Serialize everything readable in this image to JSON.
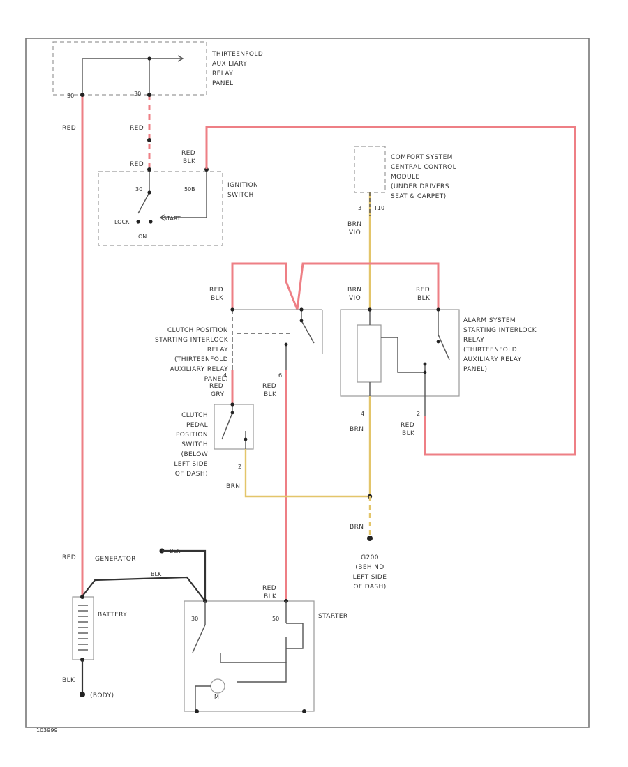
{
  "relay_panel": {
    "title_lines": [
      "THIRTEENFOLD",
      "AUXILIARY",
      "RELAY",
      "PANEL"
    ],
    "pin_left": "30",
    "pin_right": "30"
  },
  "ignition_switch": {
    "title_lines": [
      "IGNITION",
      "SWITCH"
    ],
    "pin_30": "30",
    "pin_50b": "50B",
    "lock": "LOCK",
    "start": "START",
    "on": "ON",
    "wire_in": "RED",
    "wire_out_lines": [
      "RED",
      "BLK"
    ]
  },
  "wires": {
    "red": "RED",
    "red2": "RED",
    "red_gen": "RED",
    "blk": "BLK",
    "blk_gen": "BLK",
    "brn1": "BRN",
    "brn2": "BRN",
    "brn3": "BRN",
    "brn_vio_lines": [
      "BRN",
      "VIO"
    ]
  },
  "comfort_module": {
    "title_lines": [
      "COMFORT SYSTEM",
      "CENTRAL CONTROL",
      "MODULE",
      "(UNDER DRIVERS",
      "SEAT & CARPET)"
    ],
    "pin": "3",
    "connector": "T10"
  },
  "clutch_relay": {
    "title_lines": [
      "CLUTCH POSITION",
      "STARTING INTERLOCK",
      "RELAY",
      "(THIRTEENFOLD",
      "AUXILIARY RELAY",
      "PANEL)"
    ],
    "wire_top_lines": [
      "RED",
      "BLK"
    ],
    "pin_a": "4",
    "pin_b": "6",
    "wire_a_lines": [
      "RED",
      "GRY"
    ],
    "wire_b_lines": [
      "RED",
      "BLK"
    ]
  },
  "alarm_relay": {
    "title_lines": [
      "ALARM SYSTEM",
      "STARTING INTERLOCK",
      "RELAY",
      "(THIRTEENFOLD",
      "AUXILIARY RELAY",
      "PANEL)"
    ],
    "wire_left_lines": [
      "BRN",
      "VIO"
    ],
    "wire_right_lines": [
      "RED",
      "BLK"
    ],
    "pin_left": "4",
    "pin_right": "2",
    "wire_out_lines": [
      "RED",
      "BLK"
    ]
  },
  "clutch_switch": {
    "title_lines": [
      "CLUTCH",
      "PEDAL",
      "POSITION",
      "SWITCH",
      "(BELOW",
      "LEFT SIDE",
      "OF DASH)"
    ],
    "pin": "2"
  },
  "ground": {
    "title_lines": [
      "G200",
      "(BEHIND",
      "LEFT SIDE",
      "OF DASH)"
    ]
  },
  "generator": {
    "label": "GENERATOR",
    "wire": "BLK"
  },
  "battery": {
    "label": "BATTERY",
    "body": "(BODY)"
  },
  "starter": {
    "label": "STARTER",
    "wire_lines": [
      "RED",
      "BLK"
    ],
    "pin_30": "30",
    "pin_50": "50",
    "motor": "M"
  },
  "footer_code": "103999"
}
